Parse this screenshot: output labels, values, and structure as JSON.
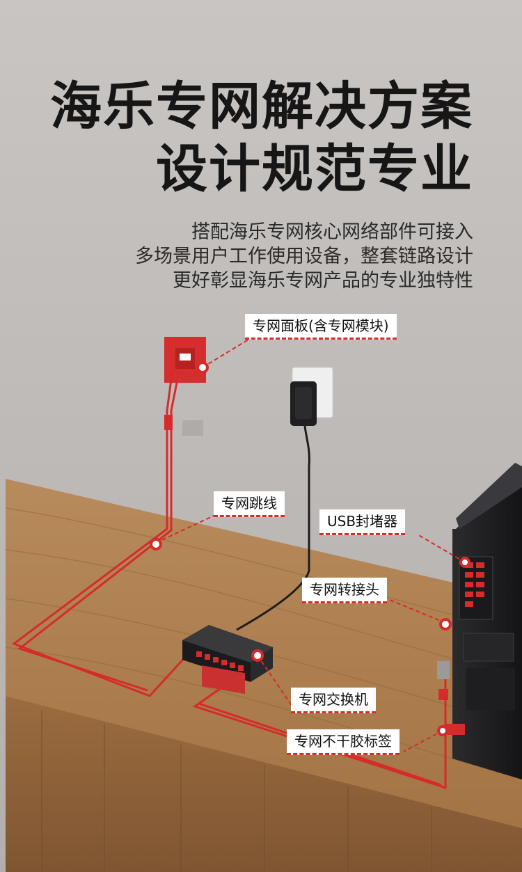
{
  "headline": {
    "line1": "海乐专网解决方案",
    "line2": "设计规范专业"
  },
  "description": {
    "line1": "搭配海乐专网核心网络部件可接入",
    "line2": "多场景用户工作使用设备，整套链路设计",
    "line3": "更好彰显海乐专网产品的专业独特性"
  },
  "callouts": {
    "panel": "专网面板(含专网模块)",
    "patch_cable": "专网跳线",
    "usb_blocker": "USB封堵器",
    "adapter": "专网转接头",
    "switch": "专网交换机",
    "label_tag": "专网不干胶标签"
  },
  "colors": {
    "accent": "#d62b2b",
    "wall": "#c6c2c0",
    "desk": "#a77a4c",
    "title": "#161616"
  },
  "icons": [
    "wall-panel-icon",
    "power-adapter-icon",
    "network-switch-icon",
    "pc-tower-icon"
  ]
}
